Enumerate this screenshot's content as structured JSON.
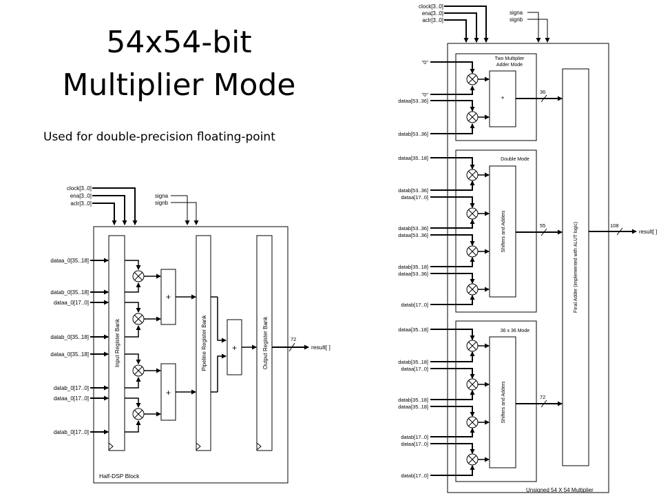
{
  "slide": {
    "title_line1": "54x54-bit",
    "title_line2": "Multiplier Mode",
    "subtitle": "Used for double-precision floating-point"
  },
  "left_diagram": {
    "controls": {
      "clock": "clock[3..0]",
      "ena": "ena[3..0]",
      "aclr": "aclr[3..0]",
      "signa": "signa",
      "signb": "signb"
    },
    "inputs": [
      "dataa_0[35..18]",
      "datab_0[35..18]",
      "dataa_0[17..0]",
      "datab_0[35..18]",
      "dataa_0[35..18]",
      "datab_0[17..0]",
      "dataa_0[17..0]",
      "datab_0[17..0]"
    ],
    "input_register_bank": "Input Register Bank",
    "pipeline_register_bank": "Pipeline Register Bank",
    "output_register_bank": "Output Register Bank",
    "plus": "+",
    "bus_width": "72",
    "output": "result[ ]",
    "block_label": "Half-DSP Block"
  },
  "right_diagram": {
    "controls": {
      "clock": "clock[3..0]",
      "ena": "ena[3..0]",
      "aclr": "aclr[3..0]",
      "signa": "signa",
      "signb": "signb"
    },
    "two_mult": {
      "title_line1": "Two Multiplier",
      "title_line2": "Adder Mode",
      "inputs": [
        "\"0\"",
        "\"0\"",
        "dataa[53..36]",
        "datab[53..36]"
      ],
      "adder": "+",
      "bus_width": "36"
    },
    "double_mode": {
      "title": "Double Mode",
      "inputs": [
        "dataa[35..18]",
        "datab[53..36]",
        "dataa[17..0]",
        "datab[53..36]",
        "dataa[53..36]",
        "datab[35..18]",
        "dataa[53..36]",
        "datab[17..0]"
      ],
      "block": "Shifters and Adders",
      "bus_width": "55"
    },
    "mode_36x36": {
      "title": "36 x 36 Mode",
      "inputs": [
        "dataa[35..18]",
        "datab[35..18]",
        "dataa[17..0]",
        "datab[35..18]",
        "dataa[35..18]",
        "datab[17..0]",
        "dataa[17..0]",
        "datab[17..0]"
      ],
      "block": "Shifters and Adders",
      "bus_width": "72"
    },
    "final_adder": "Final Adder (implemented with ALUT logic)",
    "output_bus_width": "108",
    "output": "result[ ]",
    "block_label": "Unsigned 54 X 54 Multiplier"
  }
}
